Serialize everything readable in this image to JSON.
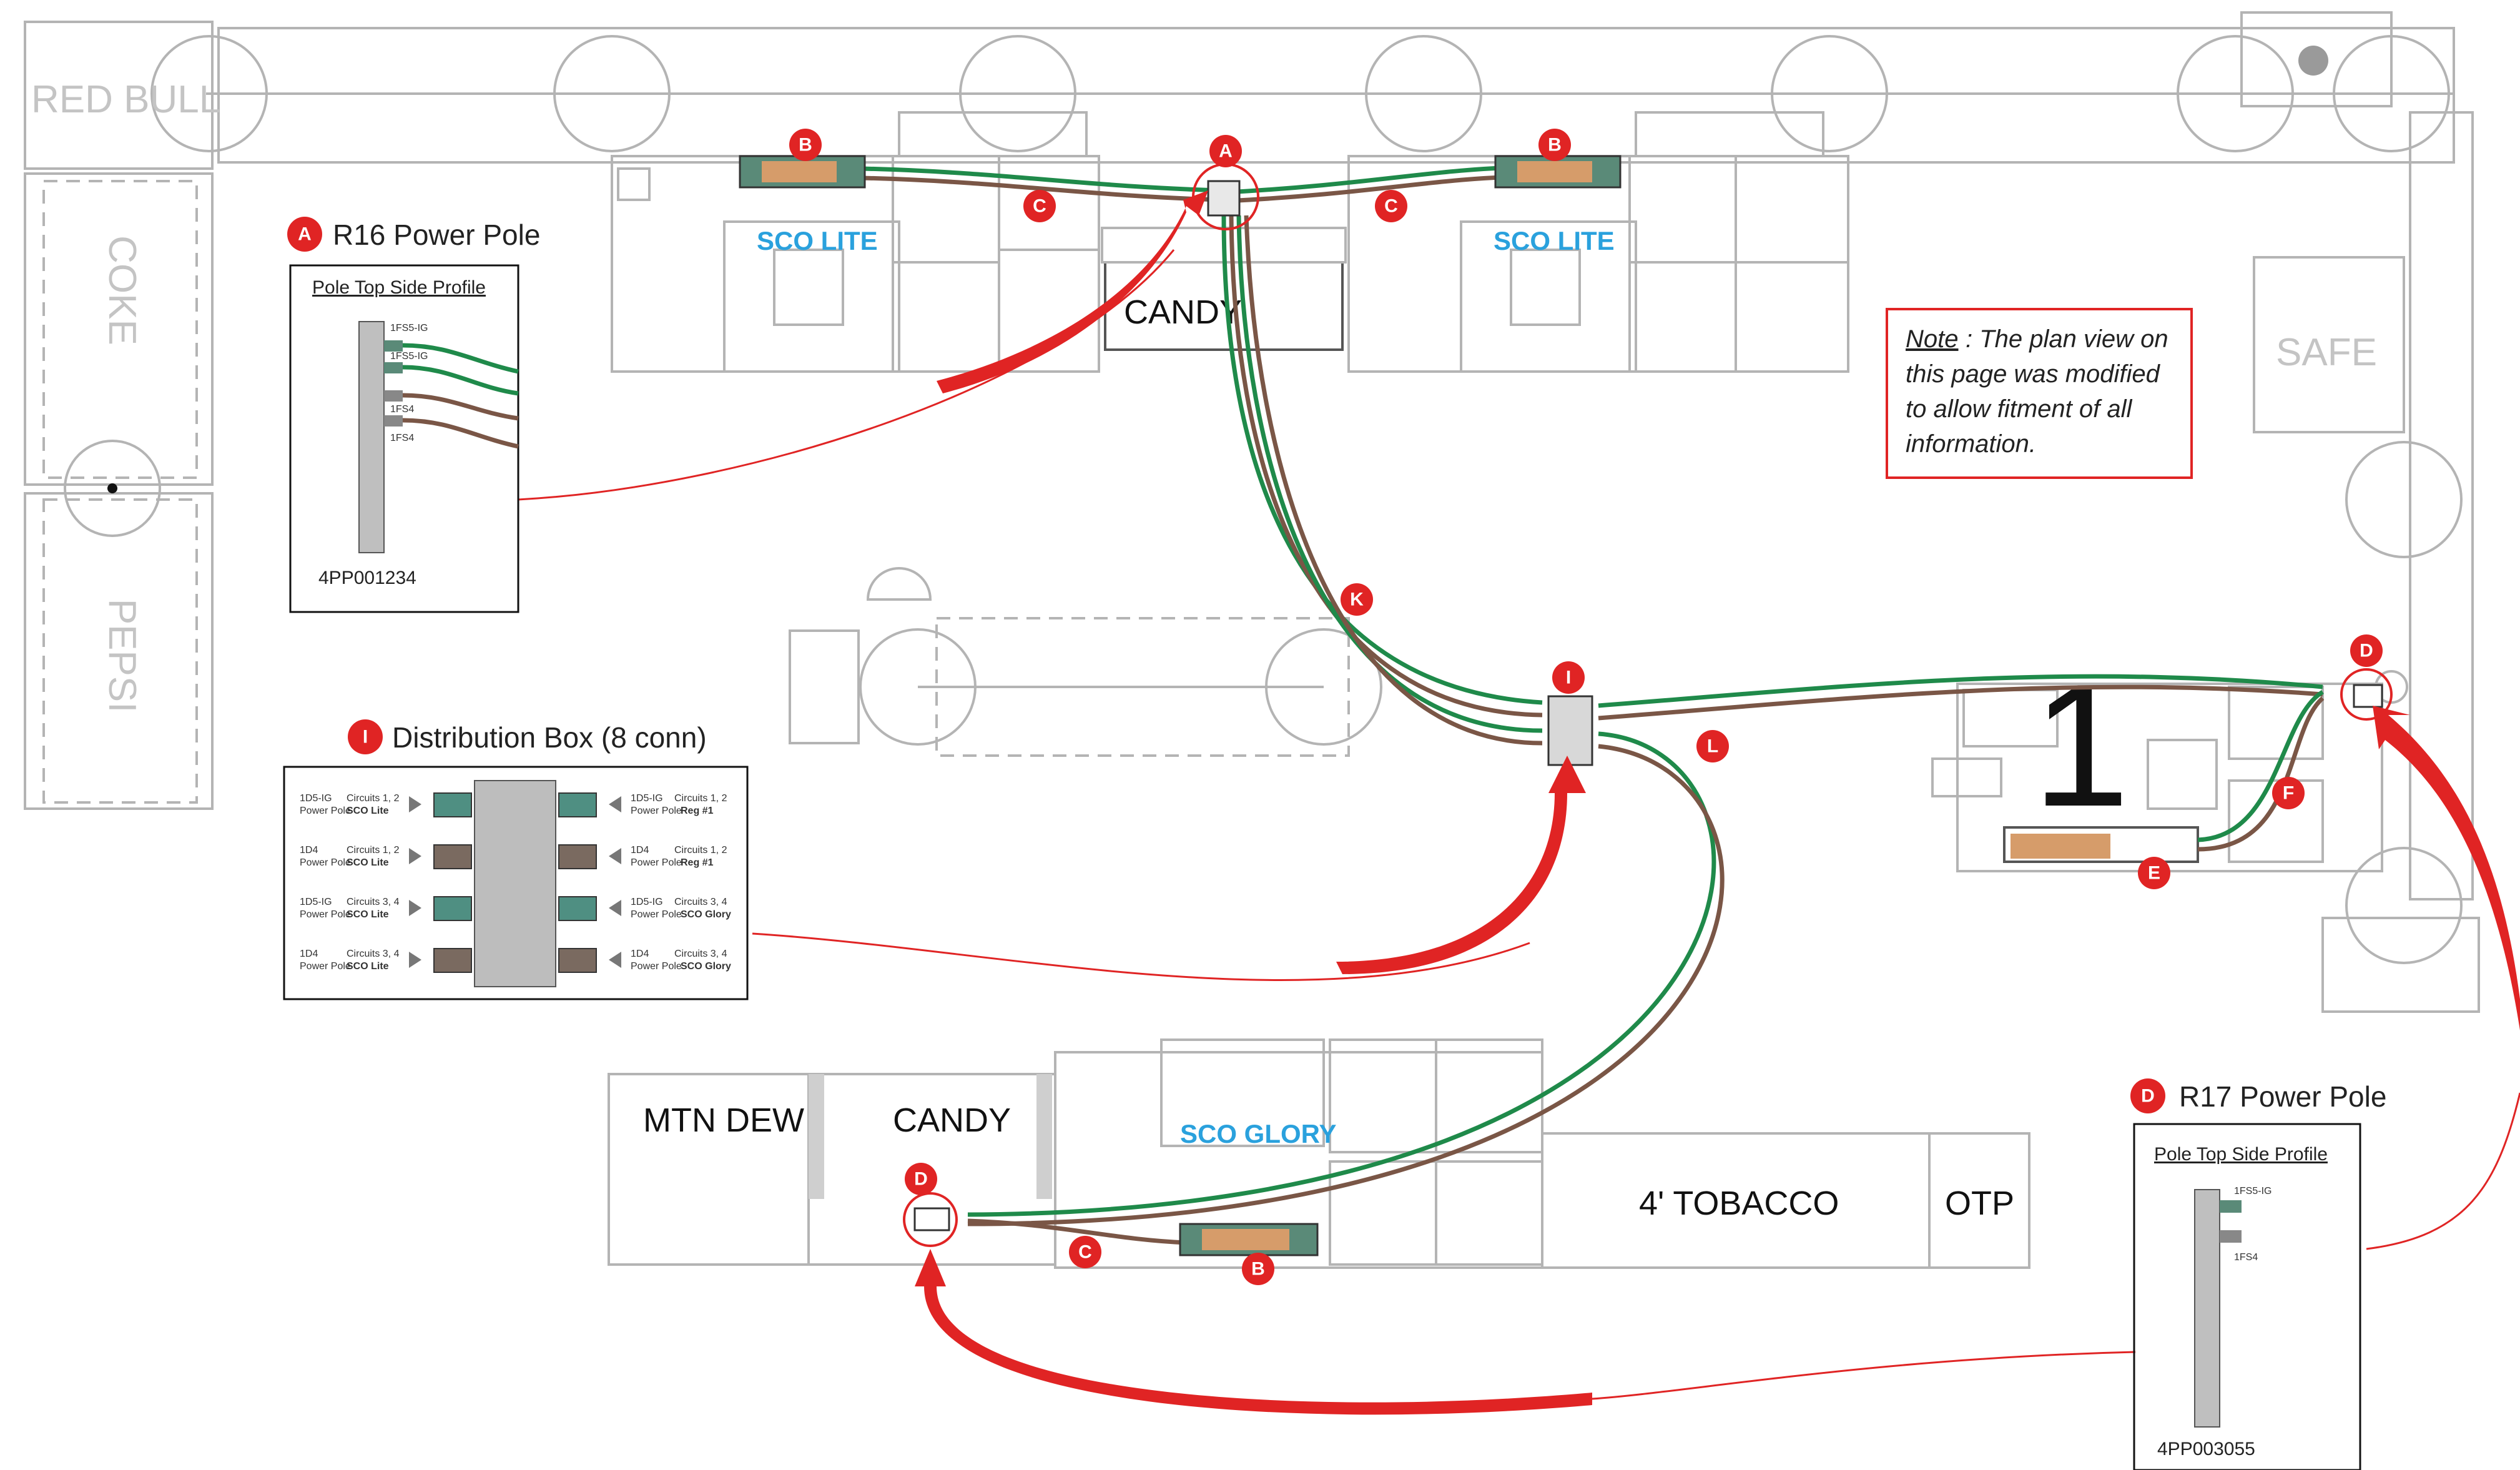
{
  "labels": {
    "red_bull": "RED BULL",
    "coke": "COKE",
    "pepsi": "PEPSI",
    "safe": "SAFE",
    "sco_lite": "SCO LITE",
    "sco_glory": "SCO GLORY",
    "candy": "CANDY",
    "mtn_dew": "MTN DEW",
    "tobacco": "4' TOBACCO",
    "otp": "OTP",
    "register_number": "1"
  },
  "callouts": {
    "A": "A",
    "B": "B",
    "C": "C",
    "D": "D",
    "E": "E",
    "F": "F",
    "I": "I",
    "K": "K",
    "L": "L"
  },
  "r16_panel": {
    "badge": "A",
    "title": "R16 Power Pole",
    "subtitle": "Pole Top Side Profile",
    "connectors": [
      "1FS5-IG",
      "1FS5-IG",
      "1FS4",
      "1FS4"
    ],
    "part_number": "4PP001234"
  },
  "dist_box_panel": {
    "badge": "I",
    "title": "Distribution Box (8 conn)",
    "left": [
      {
        "code": "1D5-IG",
        "circuit": "Circuits 1, 2",
        "dest_prefix": "Power Pole",
        "dest": "SCO Lite"
      },
      {
        "code": "1D4",
        "circuit": "Circuits 1, 2",
        "dest_prefix": "Power Pole",
        "dest": "SCO Lite"
      },
      {
        "code": "1D5-IG",
        "circuit": "Circuits 3, 4",
        "dest_prefix": "Power Pole",
        "dest": "SCO Lite"
      },
      {
        "code": "1D4",
        "circuit": "Circuits 3, 4",
        "dest_prefix": "Power Pole",
        "dest": "SCO Lite"
      }
    ],
    "right": [
      {
        "code": "1D5-IG",
        "circuit": "Circuits 1, 2",
        "dest_prefix": "Power Pole",
        "dest": "Reg #1"
      },
      {
        "code": "1D4",
        "circuit": "Circuits 1, 2",
        "dest_prefix": "Power Pole",
        "dest": "Reg #1"
      },
      {
        "code": "1D5-IG",
        "circuit": "Circuits 3, 4",
        "dest_prefix": "Power Pole",
        "dest": "SCO Glory"
      },
      {
        "code": "1D4",
        "circuit": "Circuits 3, 4",
        "dest_prefix": "Power Pole",
        "dest": "SCO Glory"
      }
    ]
  },
  "r17_panel": {
    "badge": "D",
    "title": "R17 Power Pole",
    "subtitle": "Pole Top Side Profile",
    "connectors": [
      "1FS5-IG",
      "1FS4"
    ],
    "part_number": "4PP003055"
  },
  "note": {
    "label": "Note",
    "lines": [
      ": The plan view on",
      "this page was modified",
      "to allow fitment of all",
      "information."
    ]
  },
  "colors": {
    "callout_red": "#e02424",
    "cable_green": "#1f8a4a",
    "cable_brown": "#7a5646",
    "sco_blue": "#2aa1dd",
    "fixture_gray": "#b4b4b4"
  }
}
